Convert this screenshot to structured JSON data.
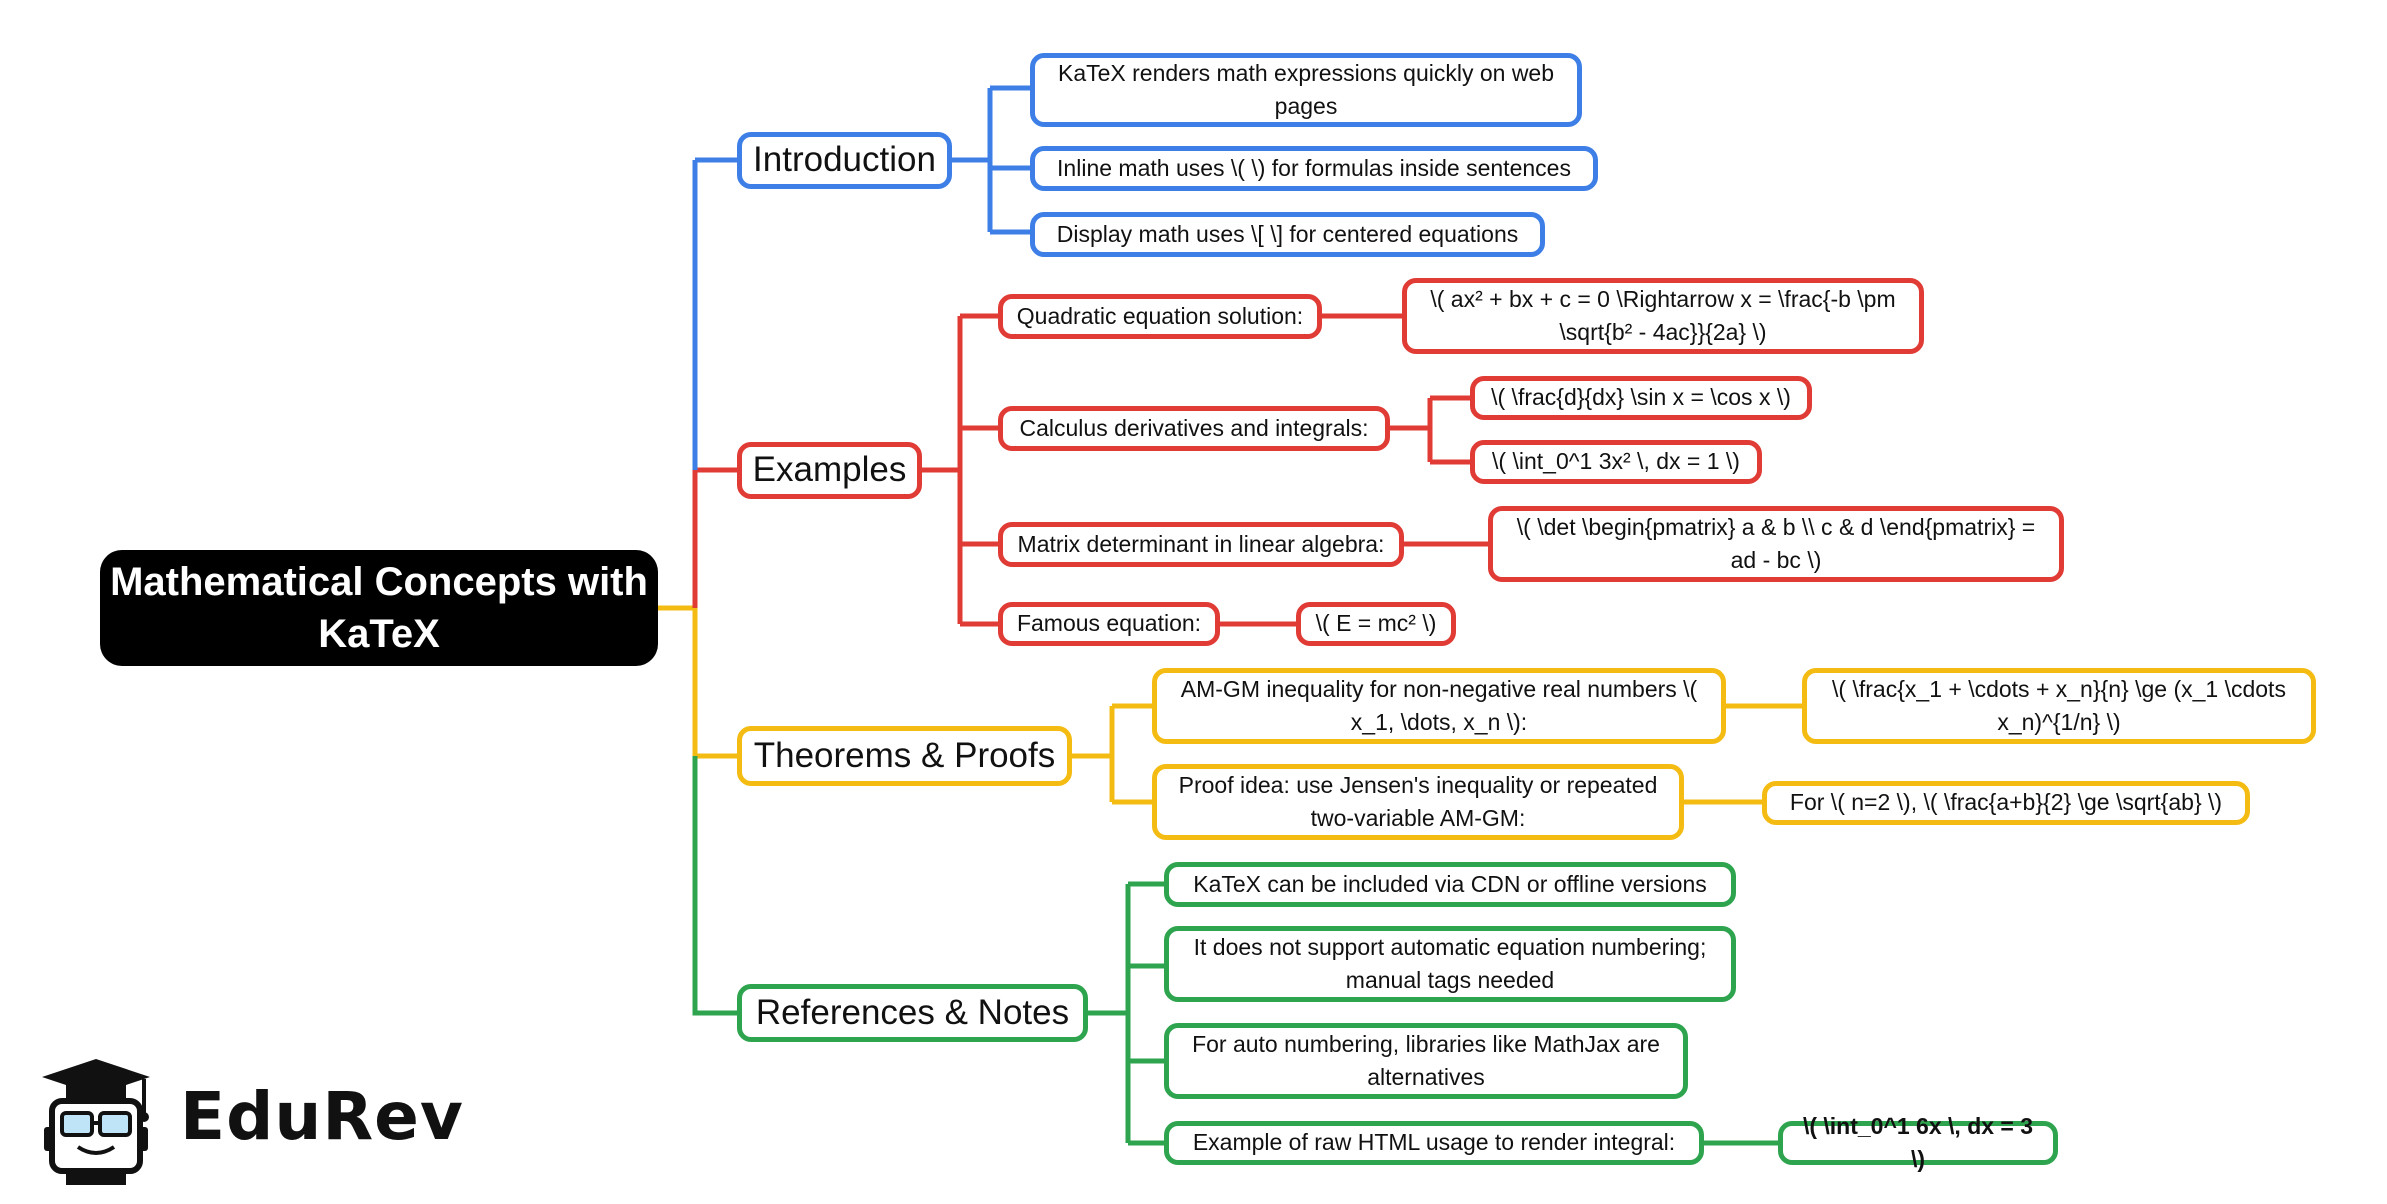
{
  "root": {
    "title": "Mathematical Concepts with KaTeX"
  },
  "colors": {
    "introduction": "#3d7fe6",
    "examples": "#e03b35",
    "theorems": "#f4bb12",
    "references": "#2ea44f",
    "root_bg": "#000000"
  },
  "branches": {
    "introduction": {
      "label": "Introduction",
      "items": [
        "KaTeX renders math expressions quickly on web pages",
        "Inline math uses \\( \\) for formulas inside sentences",
        "Display math uses \\[ \\] for centered equations"
      ]
    },
    "examples": {
      "label": "Examples",
      "quadratic": {
        "label": "Quadratic equation solution:",
        "formula": "\\( ax² + bx + c = 0 \\Rightarrow x = \\frac{-b \\pm \\sqrt{b² - 4ac}}{2a} \\)"
      },
      "calculus": {
        "label": "Calculus derivatives and integrals:",
        "derivative": "\\( \\frac{d}{dx} \\sin x = \\cos x \\)",
        "integral": "\\( \\int_0^1 3x² \\, dx = 1 \\)"
      },
      "matrix": {
        "label": "Matrix determinant in linear algebra:",
        "formula": "\\( \\det \\begin{pmatrix} a & b \\\\ c & d \\end{pmatrix} = ad - bc \\)"
      },
      "famous": {
        "label": "Famous equation:",
        "formula": "\\( E = mc² \\)"
      }
    },
    "theorems": {
      "label": "Theorems & Proofs",
      "amgm": {
        "label": "AM-GM inequality for non-negative real numbers \\( x_1, \\dots, x_n \\):",
        "formula": "\\( \\frac{x_1 + \\cdots + x_n}{n} \\ge (x_1 \\cdots x_n)^{1/n} \\)"
      },
      "proof": {
        "label": "Proof idea: use Jensen's inequality or repeated two-variable AM-GM:",
        "formula": "For \\( n=2 \\), \\( \\frac{a+b}{2} \\ge \\sqrt{ab} \\)"
      }
    },
    "references": {
      "label": "References & Notes",
      "items": [
        "KaTeX can be included via CDN or offline versions",
        "It does not support automatic equation numbering; manual tags needed",
        "For auto numbering, libraries like MathJax are alternatives"
      ],
      "example": {
        "label": "Example of raw HTML usage to render integral:",
        "formula": "\\( \\int_0^1 6x \\, dx = 3 \\)"
      }
    }
  },
  "logo": {
    "brand": "EduRev",
    "icon": "student-graduation-cap-icon"
  }
}
